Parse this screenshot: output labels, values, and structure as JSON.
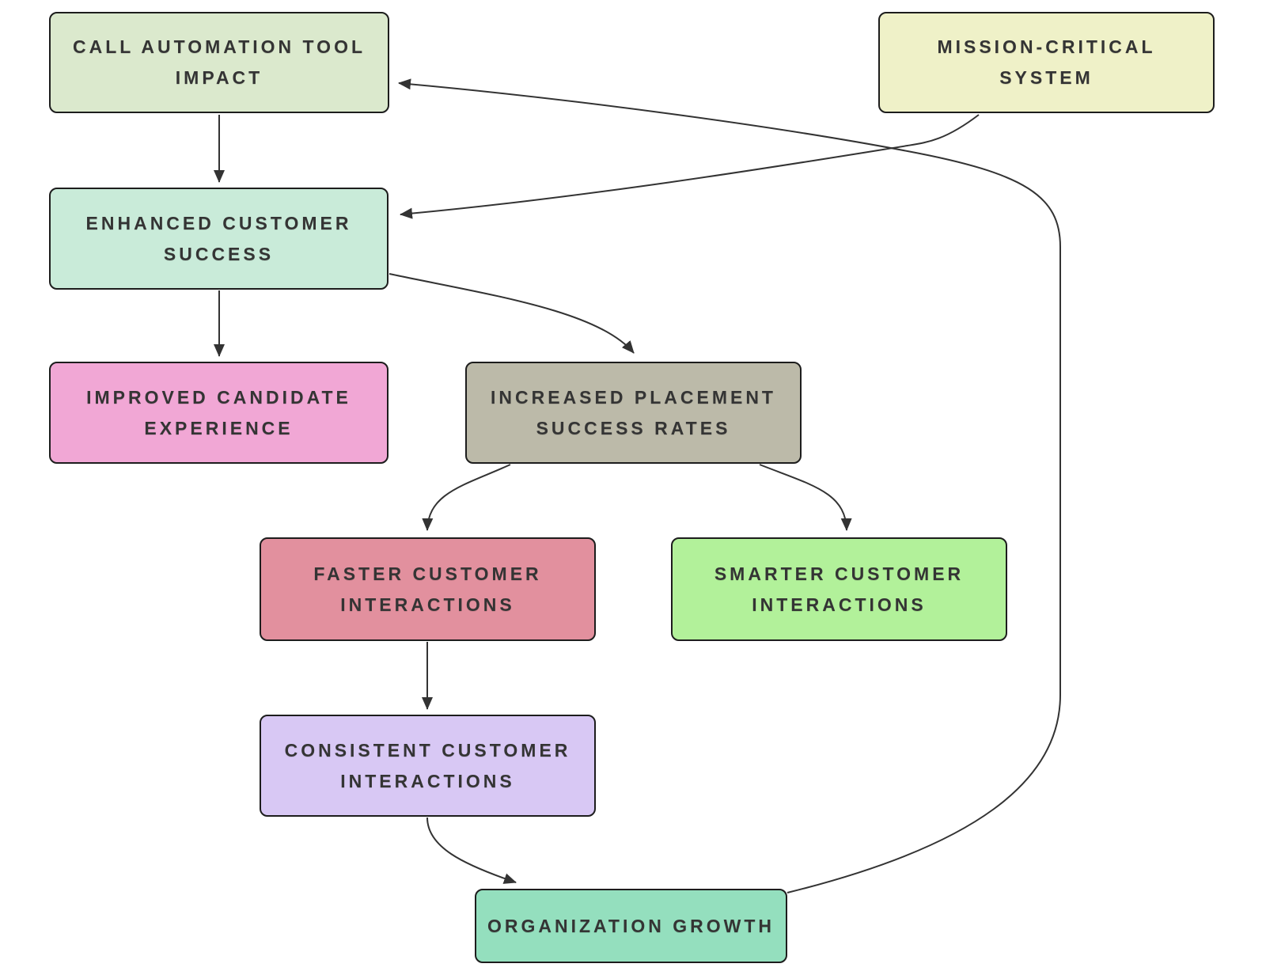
{
  "diagram": {
    "type": "flowchart",
    "background": "#ffffff",
    "edge_color": "#333333",
    "node_border_color": "#1d1d1d",
    "text_color": "#343434",
    "nodes": [
      {
        "id": "call-automation-tool-impact",
        "lines": [
          "CALL AUTOMATION TOOL",
          "IMPACT"
        ],
        "fill": "#dbe9cd"
      },
      {
        "id": "mission-critical-system",
        "lines": [
          "MISSION-CRITICAL",
          "SYSTEM"
        ],
        "fill": "#eff1c8"
      },
      {
        "id": "enhanced-customer-success",
        "lines": [
          "ENHANCED CUSTOMER",
          "SUCCESS"
        ],
        "fill": "#c9ebd9"
      },
      {
        "id": "improved-candidate-experience",
        "lines": [
          "IMPROVED CANDIDATE",
          "EXPERIENCE"
        ],
        "fill": "#f1a7d5"
      },
      {
        "id": "increased-placement-success-rates",
        "lines": [
          "INCREASED PLACEMENT",
          "SUCCESS RATES"
        ],
        "fill": "#bcbaa9"
      },
      {
        "id": "faster-customer-interactions",
        "lines": [
          "FASTER CUSTOMER",
          "INTERACTIONS"
        ],
        "fill": "#e2909e"
      },
      {
        "id": "smarter-customer-interactions",
        "lines": [
          "SMARTER CUSTOMER",
          "INTERACTIONS"
        ],
        "fill": "#b2f19a"
      },
      {
        "id": "consistent-customer-interactions",
        "lines": [
          "CONSISTENT CUSTOMER",
          "INTERACTIONS"
        ],
        "fill": "#d8c8f4"
      },
      {
        "id": "organization-growth",
        "lines": [
          "ORGANIZATION GROWTH"
        ],
        "fill": "#94dfbe"
      }
    ],
    "edges": [
      {
        "from": "call-automation-tool-impact",
        "to": "enhanced-customer-success"
      },
      {
        "from": "mission-critical-system",
        "to": "enhanced-customer-success"
      },
      {
        "from": "enhanced-customer-success",
        "to": "improved-candidate-experience"
      },
      {
        "from": "enhanced-customer-success",
        "to": "increased-placement-success-rates"
      },
      {
        "from": "increased-placement-success-rates",
        "to": "faster-customer-interactions"
      },
      {
        "from": "increased-placement-success-rates",
        "to": "smarter-customer-interactions"
      },
      {
        "from": "faster-customer-interactions",
        "to": "consistent-customer-interactions"
      },
      {
        "from": "consistent-customer-interactions",
        "to": "organization-growth"
      },
      {
        "from": "organization-growth",
        "to": "call-automation-tool-impact"
      }
    ]
  }
}
